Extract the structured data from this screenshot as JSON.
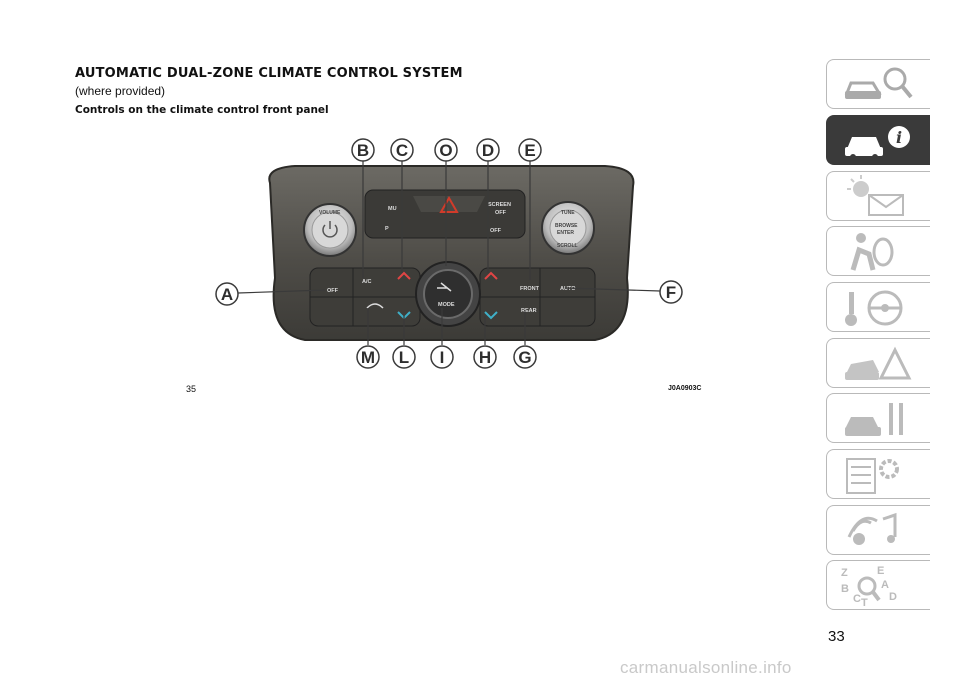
{
  "header": {
    "title": "AUTOMATIC DUAL-ZONE CLIMATE CONTROL SYSTEM",
    "subtitle": "(where provided)",
    "caption": "Controls on the climate control front panel"
  },
  "figure": {
    "number": "35",
    "code": "J0A0903C",
    "callouts": {
      "top": [
        "B",
        "C",
        "O",
        "D",
        "E"
      ],
      "left": "A",
      "right": "F",
      "bottom": [
        "M",
        "L",
        "I",
        "H",
        "G"
      ]
    },
    "panel_labels": {
      "off": "OFF",
      "ac": "A/C",
      "mode": "MODE",
      "front": "FRONT",
      "rear": "REAR",
      "auto": "AUTO",
      "screen_off_1": "SCREEN",
      "screen_off_2": "OFF",
      "mute": "MU",
      "browse_1": "BROWSE",
      "browse_2": "ENTER",
      "tune": "TUNE",
      "scroll": "SCROLL",
      "volume": "VOLUME"
    }
  },
  "sidebar": {
    "active_index": 1,
    "icons": [
      "car-search-icon",
      "car-info-icon",
      "warning-light-mail-icon",
      "airbag-icon",
      "steering-wheel-icon",
      "car-accident-icon",
      "car-tools-icon",
      "specs-gear-icon",
      "multimedia-icon",
      "index-magnifier-icon"
    ],
    "index_letters": [
      "Z",
      "E",
      "B",
      "A",
      "C",
      "T",
      "D"
    ]
  },
  "footer": {
    "page_number": "33",
    "watermark": "carmanualsonline.info"
  }
}
